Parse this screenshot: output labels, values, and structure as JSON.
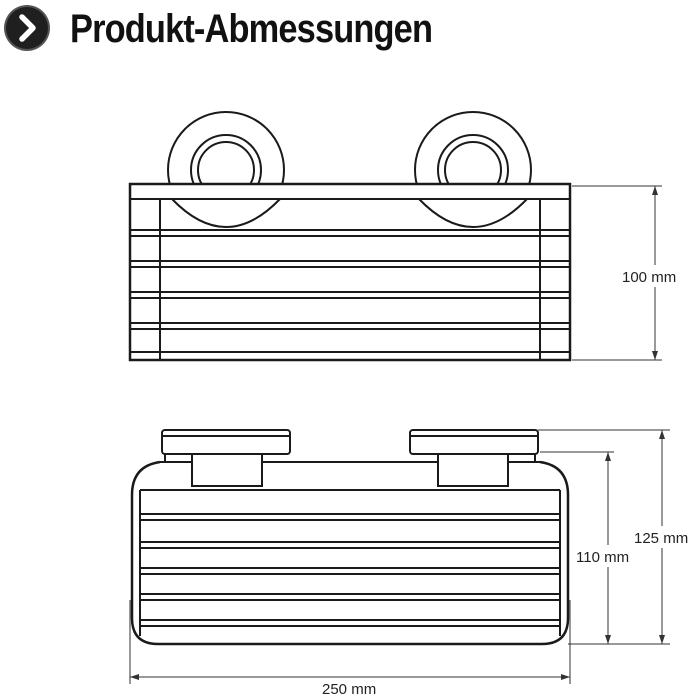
{
  "header": {
    "title": "Produkt-Abmessungen",
    "icon": "chevron-right-icon"
  },
  "dimensions": {
    "height_front": "100 mm",
    "depth_total": "125 mm",
    "depth_basket": "110 mm",
    "width": "250 mm"
  },
  "colors": {
    "line": "#1a1a1a",
    "badge": "#1f1f1f"
  }
}
